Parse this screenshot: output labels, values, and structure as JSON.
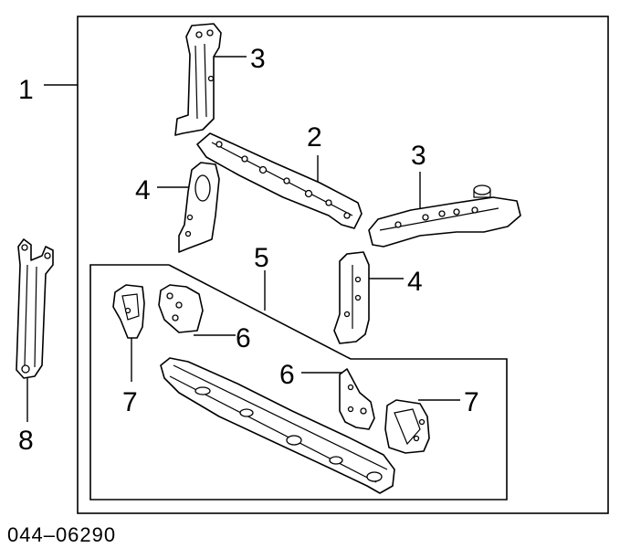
{
  "callouts": {
    "c1": "1",
    "c2": "2",
    "c3a": "3",
    "c3b": "3",
    "c4a": "4",
    "c4b": "4",
    "c5": "5",
    "c6a": "6",
    "c6b": "6",
    "c7a": "7",
    "c7b": "7",
    "c8": "8"
  },
  "diagram_code": "044–06290"
}
